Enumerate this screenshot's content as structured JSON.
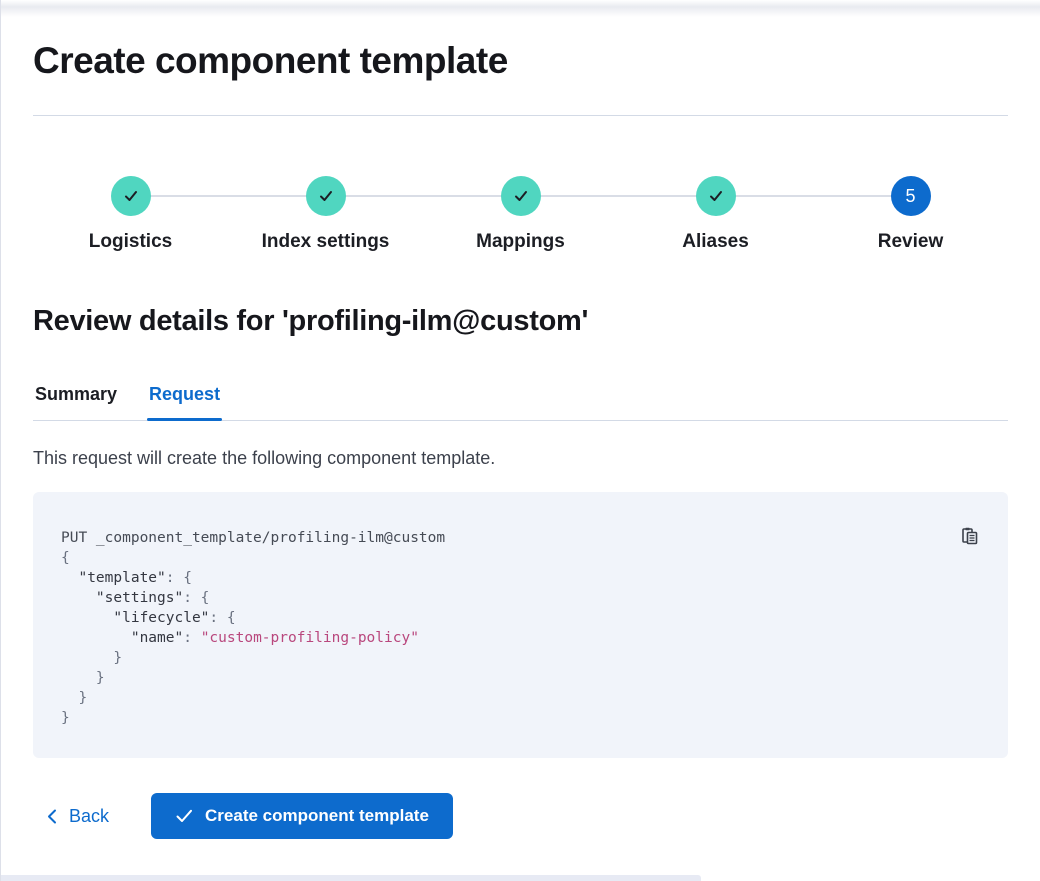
{
  "page": {
    "title": "Create component template"
  },
  "stepper": {
    "steps": [
      {
        "label": "Logistics",
        "status": "complete",
        "icon": "check-icon"
      },
      {
        "label": "Index settings",
        "status": "complete",
        "icon": "check-icon"
      },
      {
        "label": "Mappings",
        "status": "complete",
        "icon": "check-icon"
      },
      {
        "label": "Aliases",
        "status": "complete",
        "icon": "check-icon"
      },
      {
        "label": "Review",
        "status": "current",
        "number": "5"
      }
    ]
  },
  "review": {
    "heading": "Review details for 'profiling-ilm@custom'",
    "tabs": [
      {
        "label": "Summary",
        "active": false
      },
      {
        "label": "Request",
        "active": true
      }
    ],
    "description": "This request will create the following component template."
  },
  "code": {
    "copy_icon": "copy-clipboard-icon",
    "lines": [
      [
        {
          "c": "m",
          "t": "PUT _component_template/profiling-ilm@custom"
        }
      ],
      [
        {
          "c": "p",
          "t": "{"
        }
      ],
      [
        {
          "c": "k",
          "t": "  \"template\""
        },
        {
          "c": "p",
          "t": ": {"
        }
      ],
      [
        {
          "c": "k",
          "t": "    \"settings\""
        },
        {
          "c": "p",
          "t": ": {"
        }
      ],
      [
        {
          "c": "k",
          "t": "      \"lifecycle\""
        },
        {
          "c": "p",
          "t": ": {"
        }
      ],
      [
        {
          "c": "k",
          "t": "        \"name\""
        },
        {
          "c": "p",
          "t": ": "
        },
        {
          "c": "s",
          "t": "\"custom-profiling-policy\""
        }
      ],
      [
        {
          "c": "p",
          "t": "      }"
        }
      ],
      [
        {
          "c": "p",
          "t": "    }"
        }
      ],
      [
        {
          "c": "p",
          "t": "  }"
        }
      ],
      [
        {
          "c": "p",
          "t": "}"
        }
      ]
    ]
  },
  "footer": {
    "back_label": "Back",
    "back_icon": "chevron-left-icon",
    "create_label": "Create component template",
    "create_icon": "check-icon"
  },
  "colors": {
    "primary_blue": "#0d6bcd",
    "step_complete_teal": "#50d6c0",
    "step_check": "#1d1e24",
    "code_block_bg": "#f1f4fa",
    "code_string_pink": "#b9477d",
    "divider": "#d3dae6",
    "bottom_strip": "#e7eaf4"
  }
}
